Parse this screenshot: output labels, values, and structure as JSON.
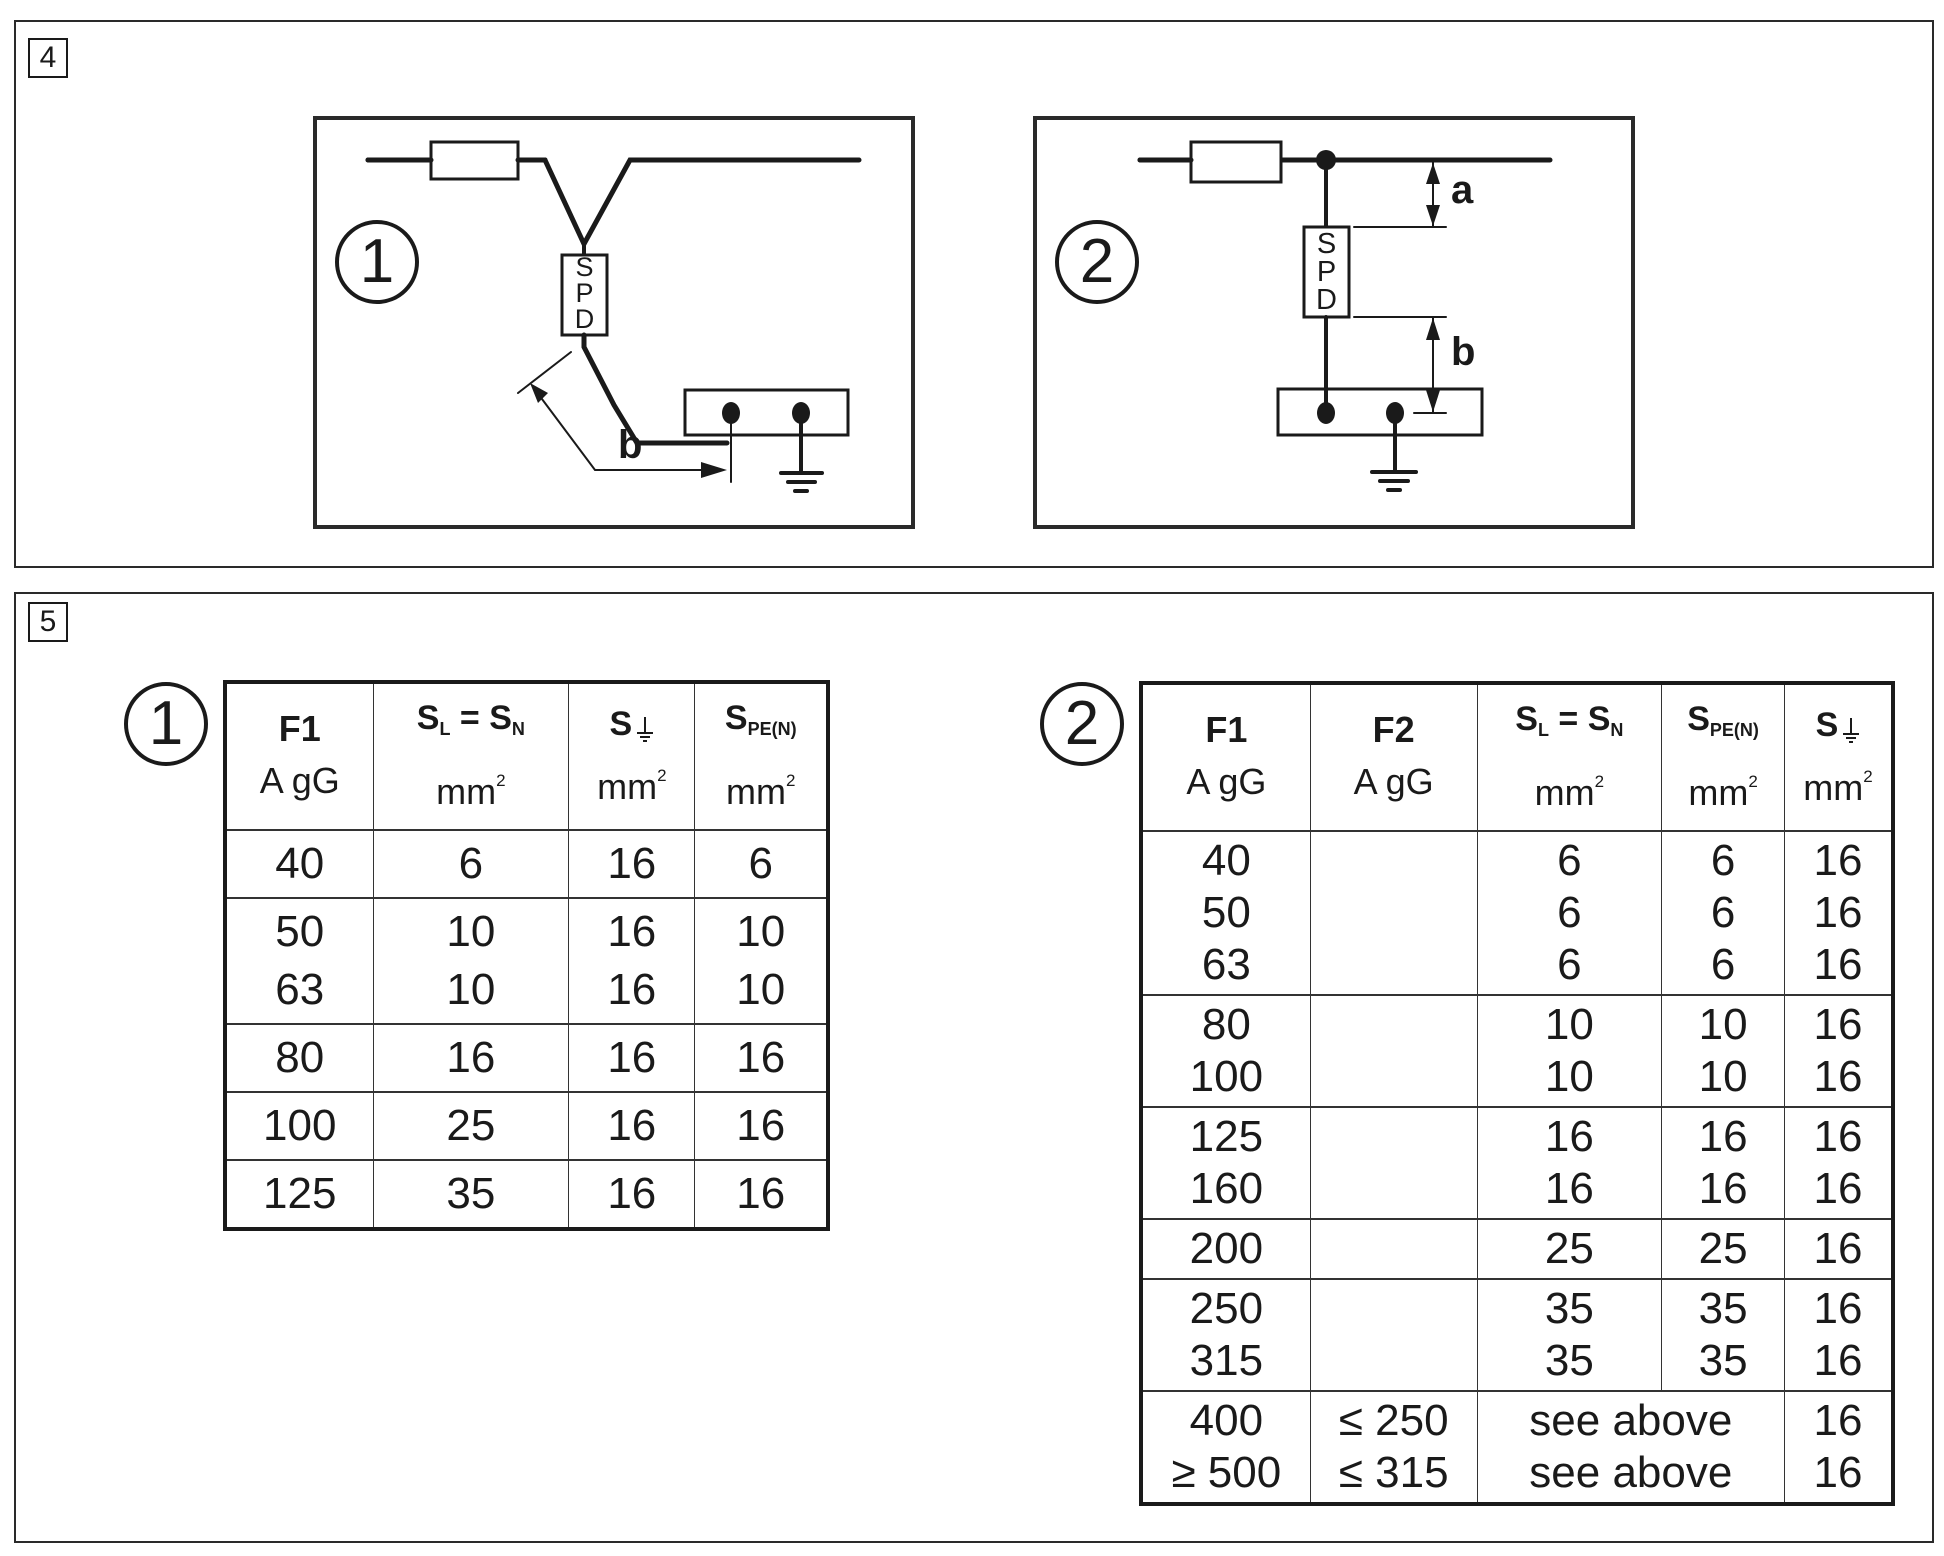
{
  "figure4": {
    "label": "4",
    "diagram1": {
      "number": "1",
      "spd_label": [
        "S",
        "P",
        "D"
      ],
      "dimension_label": "b"
    },
    "diagram2": {
      "number": "2",
      "spd_label": [
        "S",
        "P",
        "D"
      ],
      "dimension_a": "a",
      "dimension_b": "b"
    }
  },
  "figure5": {
    "label": "5",
    "table1": {
      "number": "1",
      "headers": [
        {
          "sym": "F1",
          "unit": "A gG"
        },
        {
          "sym": "S",
          "sub1": "L",
          "eq": " = ",
          "sym2": "S",
          "sub2": "N",
          "unit": "mm",
          "sup": "2"
        },
        {
          "sym": "S",
          "ground": true,
          "unit": "mm",
          "sup": "2"
        },
        {
          "sym": "S",
          "sub1": "PE(N)",
          "unit": "mm",
          "sup": "2"
        }
      ],
      "groups": [
        [
          [
            "40",
            "6",
            "16",
            "6"
          ]
        ],
        [
          [
            "50",
            "10",
            "16",
            "10"
          ],
          [
            "63",
            "10",
            "16",
            "10"
          ]
        ],
        [
          [
            "80",
            "16",
            "16",
            "16"
          ]
        ],
        [
          [
            "100",
            "25",
            "16",
            "16"
          ]
        ],
        [
          [
            "125",
            "35",
            "16",
            "16"
          ]
        ]
      ]
    },
    "table2": {
      "number": "2",
      "headers": [
        {
          "sym": "F1",
          "unit": "A gG"
        },
        {
          "sym": "F2",
          "unit": "A gG"
        },
        {
          "sym": "S",
          "sub1": "L",
          "eq": " = ",
          "sym2": "S",
          "sub2": "N",
          "unit": "mm",
          "sup": "2"
        },
        {
          "sym": "S",
          "sub1": "PE(N)",
          "unit": "mm",
          "sup": "2"
        },
        {
          "sym": "S",
          "ground": true,
          "unit": "mm",
          "sup": "2"
        }
      ],
      "groups": [
        [
          [
            "40",
            "",
            "6",
            "6",
            "16"
          ],
          [
            "50",
            "",
            "6",
            "6",
            "16"
          ],
          [
            "63",
            "",
            "6",
            "6",
            "16"
          ]
        ],
        [
          [
            "80",
            "",
            "10",
            "10",
            "16"
          ],
          [
            "100",
            "",
            "10",
            "10",
            "16"
          ]
        ],
        [
          [
            "125",
            "",
            "16",
            "16",
            "16"
          ],
          [
            "160",
            "",
            "16",
            "16",
            "16"
          ]
        ],
        [
          [
            "200",
            "",
            "25",
            "25",
            "16"
          ]
        ],
        [
          [
            "250",
            "",
            "35",
            "35",
            "16"
          ],
          [
            "315",
            "",
            "35",
            "35",
            "16"
          ]
        ]
      ],
      "last_group": [
        {
          "f1": "400",
          "f2": "≤ 250",
          "merged": "see above",
          "ground": "16"
        },
        {
          "f1": "≥ 500",
          "f2": "≤ 315",
          "merged": "see above",
          "ground": "16"
        }
      ]
    }
  }
}
